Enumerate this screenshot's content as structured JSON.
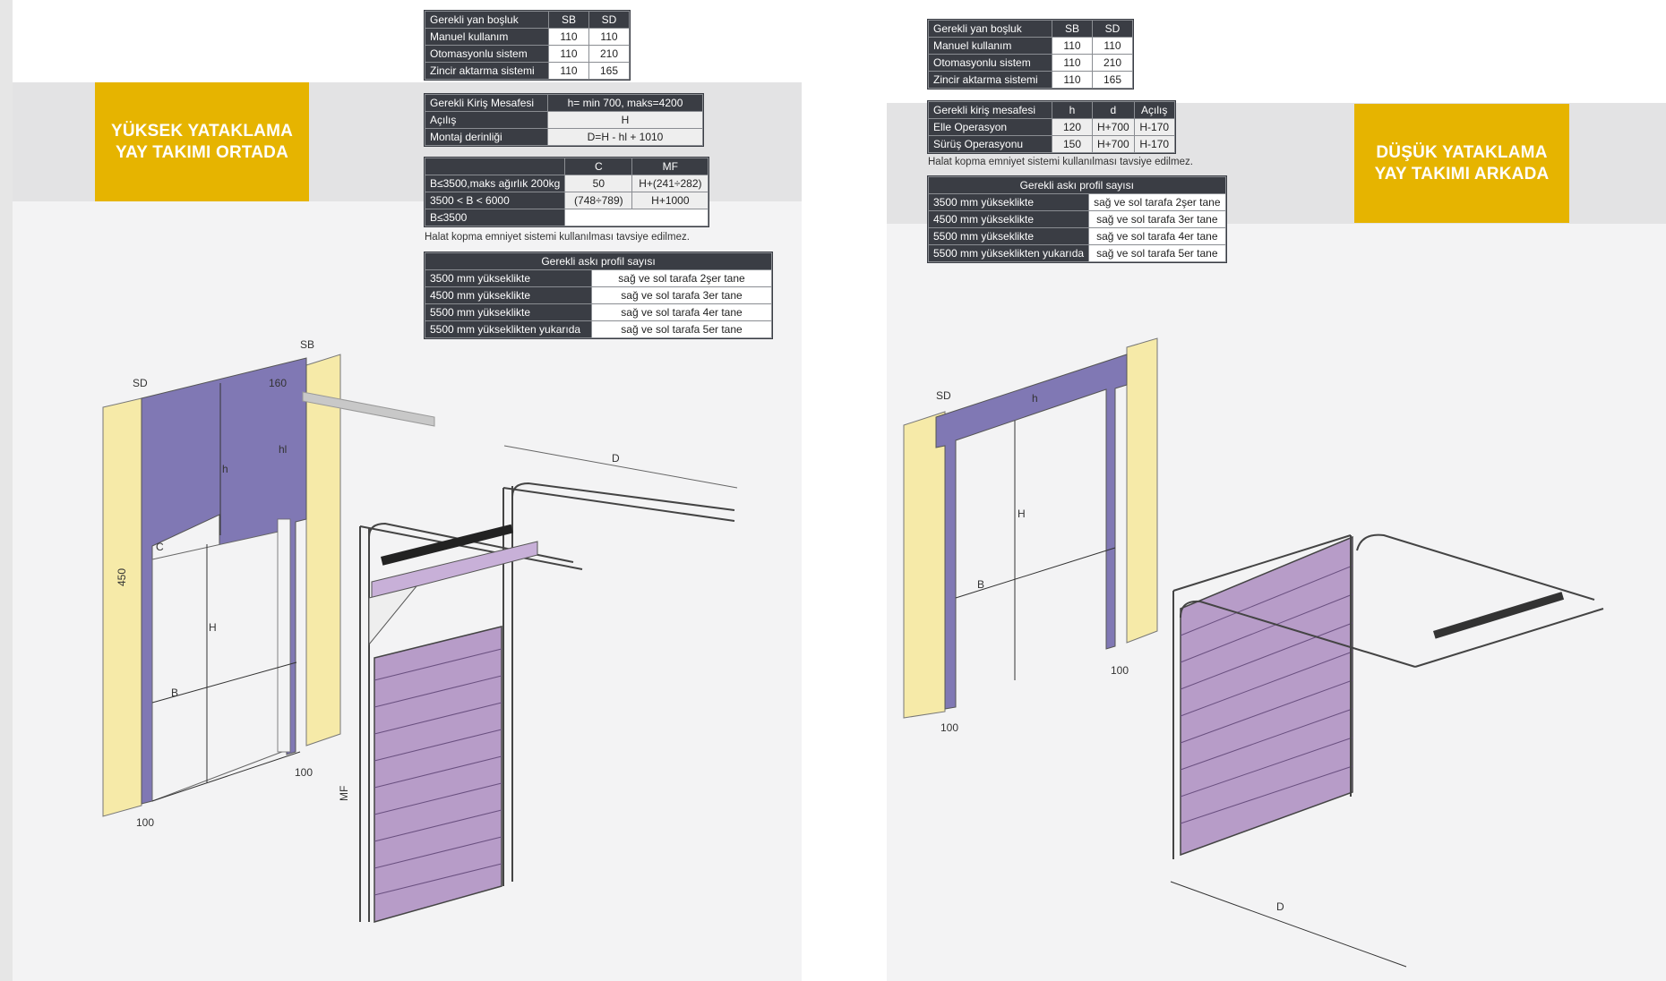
{
  "left": {
    "banner": {
      "line1": "YÜKSEK YATAKLAMA",
      "line2": "YAY TAKIMI ORTADA",
      "color": "#e6b400"
    },
    "side_clearance": {
      "headers": [
        "Gerekli yan boşluk",
        "SB",
        "SD"
      ],
      "rows": [
        [
          "Manuel kullanım",
          "110",
          "110"
        ],
        [
          "Otomasyonlu sistem",
          "110",
          "210"
        ],
        [
          "Zincir aktarma sistemi",
          "110",
          "165"
        ]
      ]
    },
    "beam": {
      "rows": [
        [
          "Gerekli Kiriş Mesafesi",
          "h= min 700, maks=4200"
        ],
        [
          "Açılış",
          "H"
        ],
        [
          "Montaj derinliği",
          "D=H - hl + 1010"
        ]
      ]
    },
    "cmf": {
      "headers": [
        "",
        "C",
        "MF"
      ],
      "rows": [
        [
          "B≤3500,maks ağırlık 200kg",
          "50",
          "H+(241÷282)"
        ],
        [
          "3500 < B < 6000",
          "(748÷789)",
          "H+1000"
        ],
        [
          "B≤3500",
          "",
          ""
        ]
      ]
    },
    "note": "Halat kopma emniyet sistemi kullanılması tavsiye edilmez.",
    "profiles": {
      "title": "Gerekli askı profil sayısı",
      "rows": [
        [
          "3500 mm yükseklikte",
          "sağ ve sol tarafa 2şer tane"
        ],
        [
          "4500 mm yükseklikte",
          "sağ ve sol tarafa 3er tane"
        ],
        [
          "5500 mm yükseklikte",
          "sağ ve sol tarafa 4er tane"
        ],
        [
          "5500 mm yükseklikten yukarıda",
          "sağ ve sol tarafa 5er tane"
        ]
      ]
    },
    "diagram_labels": {
      "sd": "SD",
      "sb": "SB",
      "d160": "160",
      "h": "h",
      "hl": "hl",
      "c": "C",
      "d450": "450",
      "H": "H",
      "B": "B",
      "d100a": "100",
      "d100b": "100",
      "D": "D",
      "MF": "MF"
    }
  },
  "right": {
    "banner": {
      "line1": "DÜŞÜK YATAKLAMA",
      "line2": "YAY TAKIMI ARKADA",
      "color": "#e6b400"
    },
    "side_clearance": {
      "headers": [
        "Gerekli yan boşluk",
        "SB",
        "SD"
      ],
      "rows": [
        [
          "Manuel kullanım",
          "110",
          "110"
        ],
        [
          "Otomasyonlu sistem",
          "110",
          "210"
        ],
        [
          "Zincir aktarma sistemi",
          "110",
          "165"
        ]
      ]
    },
    "beam": {
      "headers": [
        "Gerekli kiriş mesafesi",
        "h",
        "d",
        "Açılış"
      ],
      "rows": [
        [
          "Elle Operasyon",
          "120",
          "H+700",
          "H-170"
        ],
        [
          "Sürüş Operasyonu",
          "150",
          "H+700",
          "H-170"
        ]
      ]
    },
    "note": "Halat kopma emniyet sistemi kullanılması tavsiye edilmez.",
    "profiles": {
      "title": "Gerekli askı profil sayısı",
      "rows": [
        [
          "3500 mm yükseklikte",
          "sağ ve sol tarafa 2şer tane"
        ],
        [
          "4500 mm yükseklikte",
          "sağ ve sol tarafa 3er tane"
        ],
        [
          "5500 mm yükseklikte",
          "sağ ve sol tarafa 4er tane"
        ],
        [
          "5500 mm yükseklikten yukarıda",
          "sağ ve sol tarafa 5er tane"
        ]
      ]
    },
    "diagram_labels": {
      "sd": "SD",
      "h": "h",
      "H": "H",
      "B": "B",
      "d100a": "100",
      "d100b": "100",
      "D": "D"
    }
  },
  "colors": {
    "table_dark": "#3a3d44",
    "wall_yellow": "#f6eaa8",
    "frame_purple": "#8078b4",
    "panel_lilac": "#b79cc8"
  }
}
